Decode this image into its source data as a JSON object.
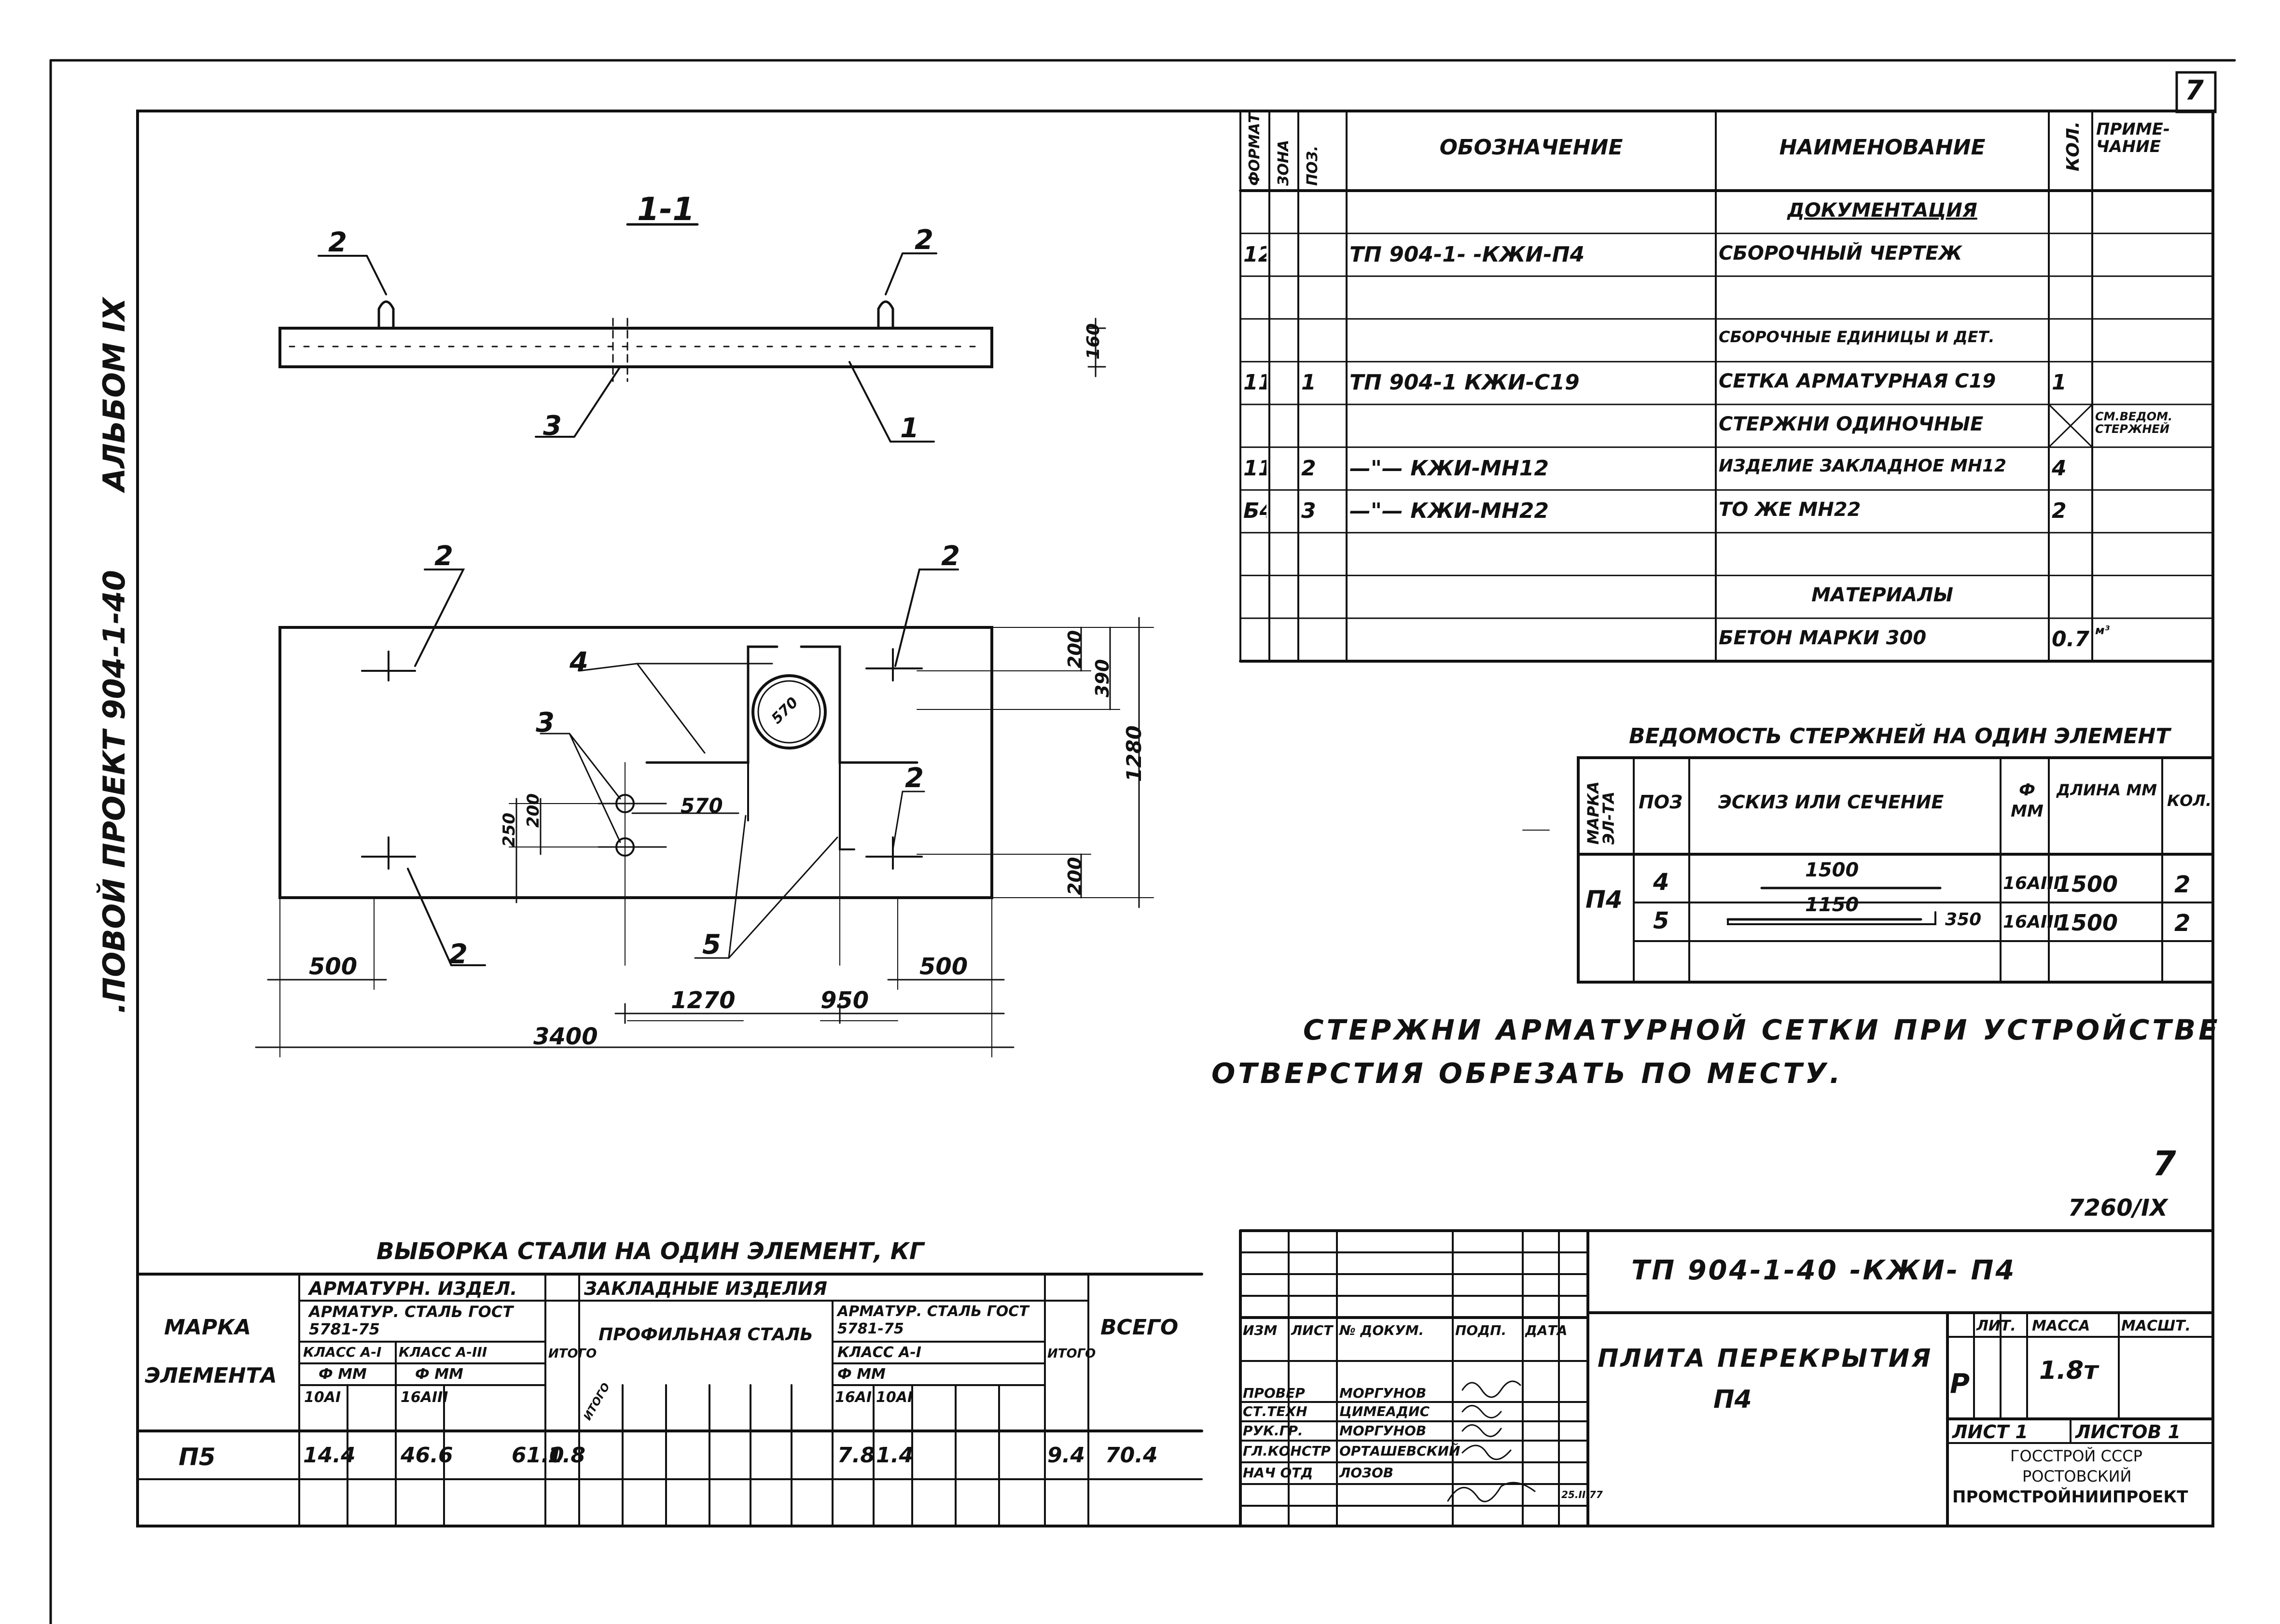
{
  "sheet_number": "7",
  "side_title": {
    "project": ".ПОВОЙ ПРОЕКТ 904-1-40",
    "album": "АЛЬБОМ IX"
  },
  "drawing": {
    "section_label": "1-1",
    "section_callouts": [
      "2",
      "2",
      "3",
      "1"
    ],
    "section_dim": "160",
    "plan_callouts": [
      "2",
      "2",
      "4",
      "3",
      "2",
      "5",
      "2",
      "2"
    ],
    "hole_label": "570",
    "dims": {
      "d200a": "200",
      "d390": "390",
      "d1280": "1280",
      "d200b": "200",
      "d250": "250",
      "d200c": "200",
      "d570": "570",
      "d500l": "500",
      "d500r": "500",
      "d1270": "1270",
      "d950": "950",
      "d3400": "3400"
    }
  },
  "spec": {
    "headers": [
      "ФОРМАТ",
      "ЗОНА",
      "ПОЗ.",
      "ОБОЗНАЧЕНИЕ",
      "НАИМЕНОВАНИЕ",
      "КОЛ.",
      "ПРИМЕ-ЧАНИЕ"
    ],
    "rows": [
      [
        "",
        "",
        "",
        "",
        "ДОКУМЕНТАЦИЯ",
        "",
        ""
      ],
      [
        "12",
        "",
        "",
        "ТП 904-1- -КЖИ-П4",
        "СБОРОЧНЫЙ ЧЕРТЕЖ",
        "",
        ""
      ],
      [
        "",
        "",
        "",
        "",
        "",
        "",
        ""
      ],
      [
        "",
        "",
        "",
        "",
        "СБОРОЧНЫЕ ЕДИНИЦЫ И ДЕТ.",
        "",
        ""
      ],
      [
        "11",
        "",
        "1",
        "ТП 904-1       КЖИ-С19",
        "СЕТКА АРМАТУРНАЯ С19",
        "1",
        ""
      ],
      [
        "",
        "",
        "",
        "",
        "СТЕРЖНИ ОДИНОЧНЫЕ",
        "",
        "СМ.ВЕДОМ. СТЕРЖНЕЙ"
      ],
      [
        "11",
        "",
        "2",
        "—\"—       КЖИ-МН12",
        "ИЗДЕЛИЕ ЗАКЛАДНОЕ МН12",
        "4",
        ""
      ],
      [
        "Б4",
        "",
        "3",
        "—\"—       КЖИ-МН22",
        "ТО ЖЕ              МН22",
        "2",
        ""
      ],
      [
        "",
        "",
        "",
        "",
        "",
        "",
        ""
      ],
      [
        "",
        "",
        "",
        "",
        "МАТЕРИАЛЫ",
        "",
        ""
      ],
      [
        "",
        "",
        "",
        "",
        "БЕТОН   МАРКИ 300",
        "0.7",
        "м³"
      ]
    ]
  },
  "rods": {
    "title": "ВЕДОМОСТЬ СТЕРЖНЕЙ НА ОДИН ЭЛЕМЕНТ",
    "headers": [
      "МАРКА ЭЛ-ТА",
      "ПОЗ",
      "ЭСКИЗ ИЛИ СЕЧЕНИЕ",
      "Ф ММ",
      "ДЛИНА ММ",
      "КОЛ."
    ],
    "mark": "П4",
    "rows": [
      {
        "pos": "4",
        "sketch_top": "1500",
        "sketch_bottom": "",
        "diam": "16АIII",
        "len": "1500",
        "qty": "2"
      },
      {
        "pos": "5",
        "sketch_top": "1150",
        "sketch_bottom": "350",
        "diam": "16АIII",
        "len": "1500",
        "qty": "2"
      }
    ]
  },
  "note": {
    "line1": "СТЕРЖНИ   АРМАТУРНОЙ   СЕТКИ   ПРИ   УСТРОЙСТВЕ",
    "line2": "ОТВЕРСТИЯ      ОБРЕЗАТЬ    ПО    МЕСТУ."
  },
  "page_mark": {
    "num": "7",
    "code": "7260/IX"
  },
  "steel": {
    "title": "ВЫБОРКА СТАЛИ НА ОДИН ЭЛЕМЕНТ, КГ",
    "h_marka": "МАРКА",
    "h_element": "ЭЛЕМЕНТА",
    "h_arm_izd": "АРМАТУРН. ИЗДЕЛ.",
    "h_arm_steel": "АРМАТУР. СТАЛЬ ГОСТ 5781-75",
    "h_class1": "КЛАСС А-I",
    "h_class3": "КЛАСС А-III",
    "h_fmm": "Ф ММ",
    "h_10a1": "10АI",
    "h_16a3": "16АIII",
    "h_itogo": "ИТОГО",
    "h_zakl": "ЗАКЛАДНЫЕ ИЗДЕЛИЯ",
    "h_prof": "ПРОФИЛЬНАЯ СТАЛЬ",
    "h_prof_sub": "ИТОГО",
    "h_arm2": "АРМАТУР. СТАЛЬ ГОСТ 5781-75",
    "h_class1b": "КЛАСС А-I",
    "h_fmm2": "Ф ММ",
    "h_16a1": "16АI",
    "h_10a1b": "10АI",
    "h_itogo2": "ИТОГО",
    "h_vsego": "ВСЕГО",
    "row": {
      "mark": "П5",
      "v10": "14.4",
      "v16": "46.6",
      "itogo": "61.0",
      "prof": "1.8",
      "a16": "7.8",
      "a10": "1.4",
      "itogo2": "9.4",
      "vsego": "70.4"
    }
  },
  "stamp": {
    "code": "ТП 904-1-40      -КЖИ- П4",
    "title": "ПЛИТА   ПЕРЕКРЫТИЯ",
    "title2": "П4",
    "hdr": [
      "ИЗМ",
      "ЛИСТ",
      "№ ДОКУМ.",
      "ПОДП.",
      "ДАТА"
    ],
    "people": [
      [
        "ПРОВЕР",
        "МОРГУНОВ"
      ],
      [
        "СТ.ТЕХН",
        "ЦИМЕАДИС"
      ],
      [
        "РУК.ГР.",
        "МОРГУНОВ"
      ],
      [
        "ГЛ.КОНСТР",
        "ОРТАШЕВСКИЙ"
      ],
      [
        "НАЧ ОТД",
        "ЛОЗОВ"
      ]
    ],
    "date_mark": "25.II.77",
    "lit_h": "ЛИТ.",
    "mass_h": "МАССА",
    "scale_h": "МАСШТ.",
    "lit": "Р",
    "mass": "1.8т",
    "sheet": "ЛИСТ 1",
    "sheets": "ЛИСТОВ 1",
    "org1": "ГОССТРОЙ СССР",
    "org2": "РОСТОВСКИЙ",
    "org3": "ПРОМСТРОЙНИИПРОЕКТ"
  }
}
